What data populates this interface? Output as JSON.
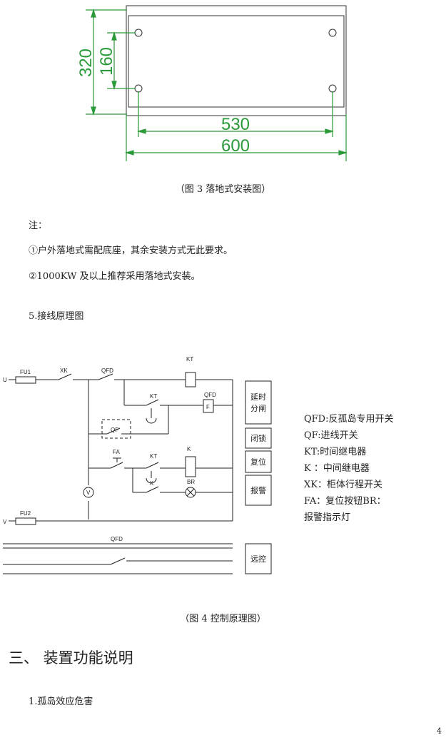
{
  "figure3": {
    "dim_320": "320",
    "dim_160": "160",
    "dim_530": "530",
    "dim_600": "600",
    "caption": "（图 3 落地式安装图）"
  },
  "notes": {
    "label": "注：",
    "item1": "①户外落地式需配底座，其余安装方式无此要求。",
    "item2": "②1000KW 及以上推荐采用落地式安装。"
  },
  "section5_title": "5.接线原理图",
  "figure4": {
    "labels": {
      "fu1": "FU1",
      "fu2": "FU2",
      "u": "U",
      "v_left": "V",
      "xk": "XK",
      "qfd_main": "QFD",
      "kt_top": "KT",
      "kt_mid": "KT",
      "kt_low": "KT",
      "qfd_coil": "QFD",
      "f": "F",
      "qf": "QF",
      "fa": "FA",
      "k_coil": "K",
      "k_contact": "K",
      "br": "BR",
      "v_meter": "V",
      "qfd_remote": "QFD"
    },
    "boxes": {
      "delay_1": "延时",
      "delay_2": "分闸",
      "lock": "闭锁",
      "reset": "复位",
      "alarm": "报警",
      "remote": "远控"
    },
    "legend": [
      "QFD:反孤岛专用开关",
      "QF:进线开关",
      "KT:时间继电器",
      "K ：中间继电器",
      "XK：柜体行程开关",
      "FA：复位按钮BR：",
      "报警指示灯"
    ],
    "caption": "（图  4 控制原理图）"
  },
  "section3_title": "三、  装置功能说明",
  "section3_item1": "1.孤岛效应危害",
  "page_number": "4"
}
